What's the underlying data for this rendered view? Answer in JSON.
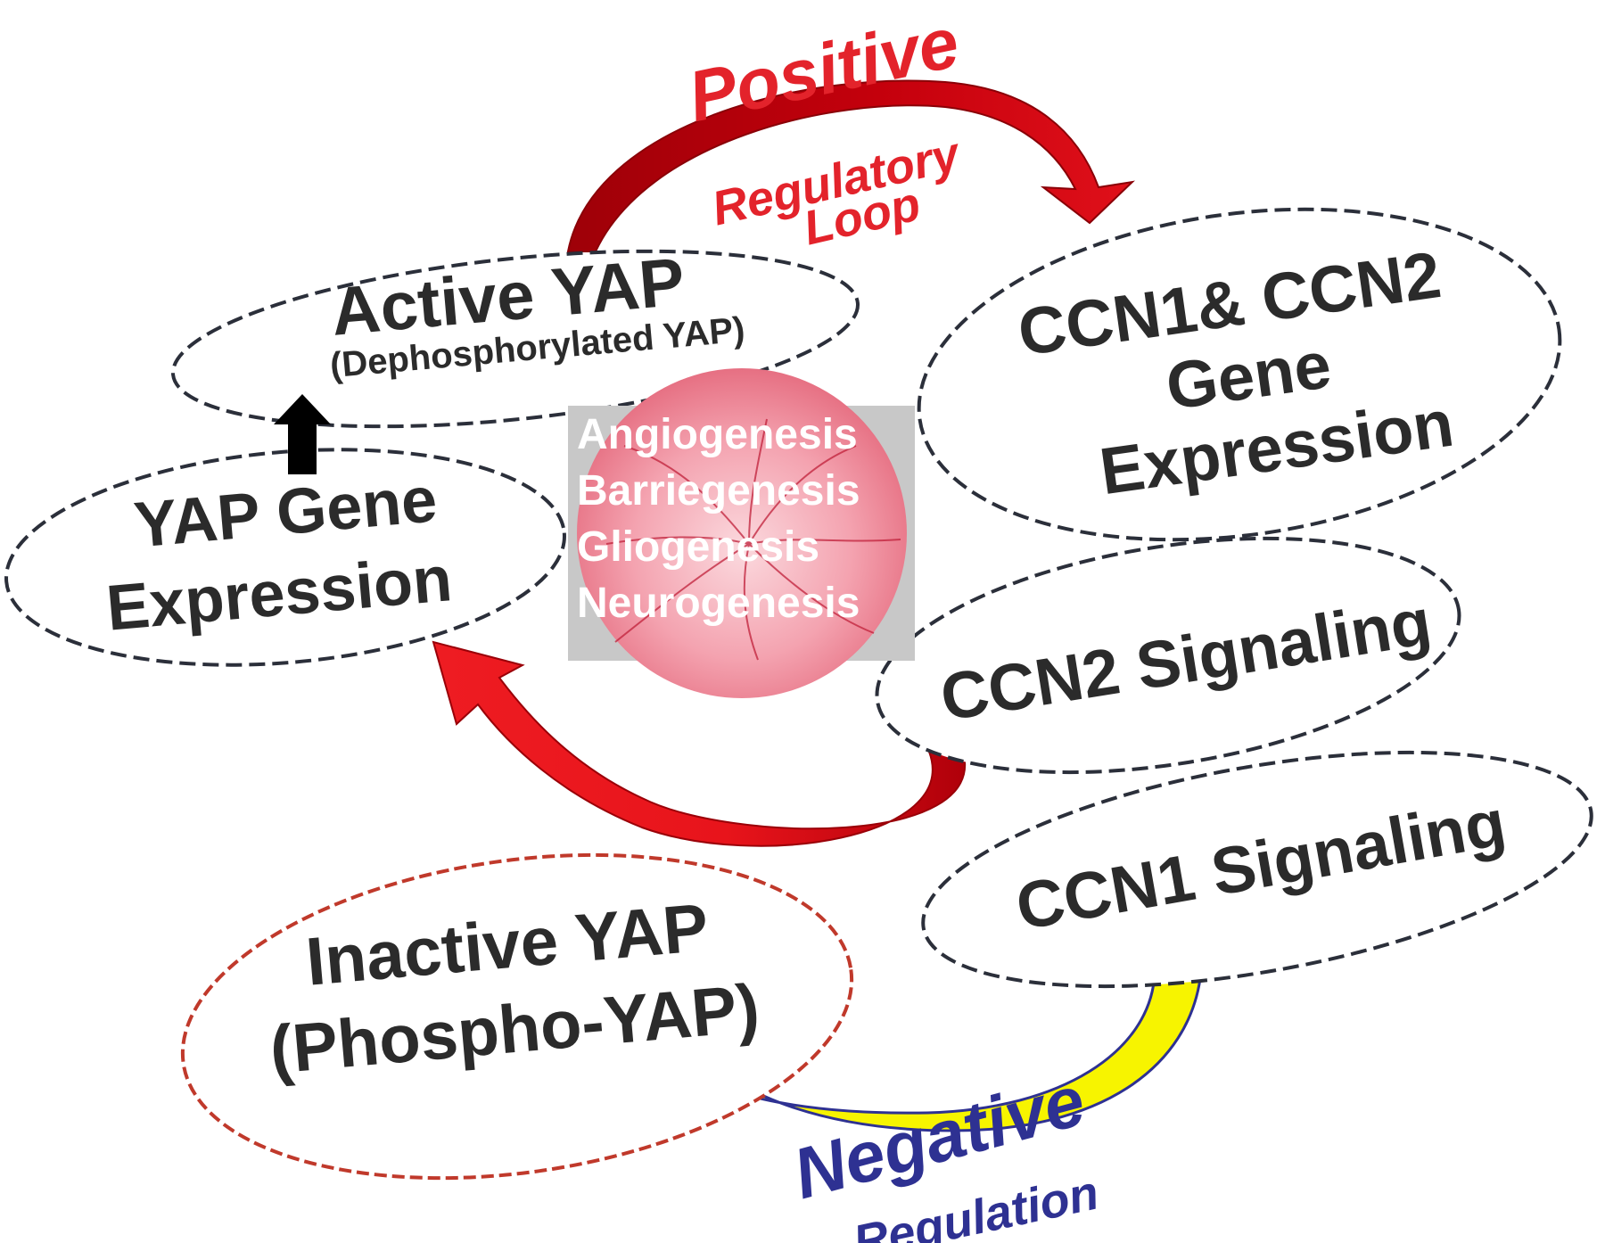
{
  "nodes": {
    "active_yap": {
      "title": "Active YAP",
      "subtitle": "(Dephosphorylated YAP)"
    },
    "ccn_gene_expression": {
      "line1": "CCN1& CCN2",
      "line2": "Gene",
      "line3": "Expression"
    },
    "yap_gene_expression": {
      "line1": "YAP Gene",
      "line2": "Expression"
    },
    "ccn2_signaling": {
      "label": "CCN2 Signaling"
    },
    "ccn1_signaling": {
      "label": "CCN1 Signaling"
    },
    "inactive_yap": {
      "line1": "Inactive YAP",
      "line2": "(Phospho-YAP)"
    }
  },
  "center_panel": {
    "items": [
      "Angiogenesis",
      "Barriegenesis",
      "Gliogenesis",
      "Neurogenesis"
    ]
  },
  "loops": {
    "positive": {
      "line1": "Positive",
      "line2": "Regulatory",
      "line3": "Loop",
      "color": "#e3232b"
    },
    "negative": {
      "line1": "Negative",
      "line2": "Regulation",
      "color": "#2e3192"
    }
  },
  "colors": {
    "node_border": "#2b2f3a",
    "inactive_border": "#c0392b",
    "positive_arrow": "#b5000b",
    "signaling_arrow": "#e8141b",
    "negative_arrow_fill": "#f7f400",
    "negative_arrow_stroke": "#2e3192"
  }
}
